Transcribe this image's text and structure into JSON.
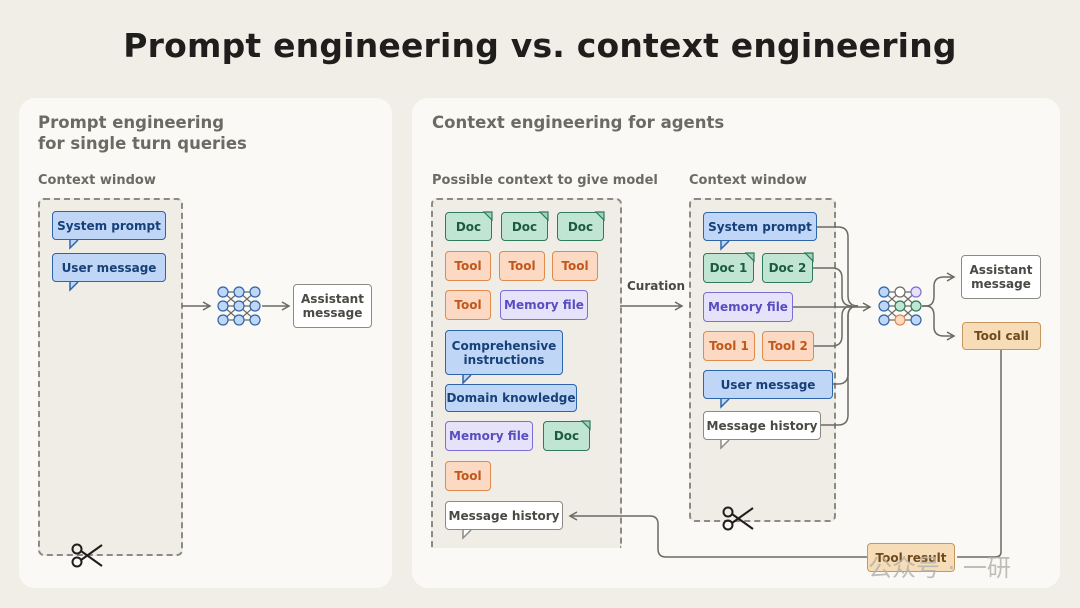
{
  "title": "Prompt engineering vs. context engineering",
  "left_panel": {
    "title_line1": "Prompt engineering",
    "title_line2": "for single turn queries",
    "section_label": "Context window",
    "system_prompt": "System prompt",
    "user_message": "User message",
    "output": "Assistant message"
  },
  "right_panel": {
    "title": "Context engineering for agents",
    "possible_label": "Possible context to give model",
    "window_label": "Context window",
    "curation": "Curation",
    "possible": {
      "doc": "Doc",
      "tool": "Tool",
      "memory_file": "Memory file",
      "comprehensive": "Comprehensive instructions",
      "domain_knowledge": "Domain knowledge",
      "message_history": "Message history"
    },
    "window": {
      "system_prompt": "System prompt",
      "doc1": "Doc 1",
      "doc2": "Doc 2",
      "memory_file": "Memory file",
      "tool1": "Tool 1",
      "tool2": "Tool 2",
      "user_message": "User message",
      "message_history": "Message history"
    },
    "outputs": {
      "assistant_message": "Assistant message",
      "tool_call": "Tool call",
      "tool_result": "Tool result"
    }
  },
  "watermark": "公众号 · 一研",
  "colors": {
    "background": "#f0eee6",
    "panel": "#faf9f5",
    "system": "#bfd6f6",
    "doc": "#c0e6d3",
    "tool": "#fcd9c2",
    "memory": "#e6e2fa",
    "tool_call": "#f7dcb8"
  }
}
